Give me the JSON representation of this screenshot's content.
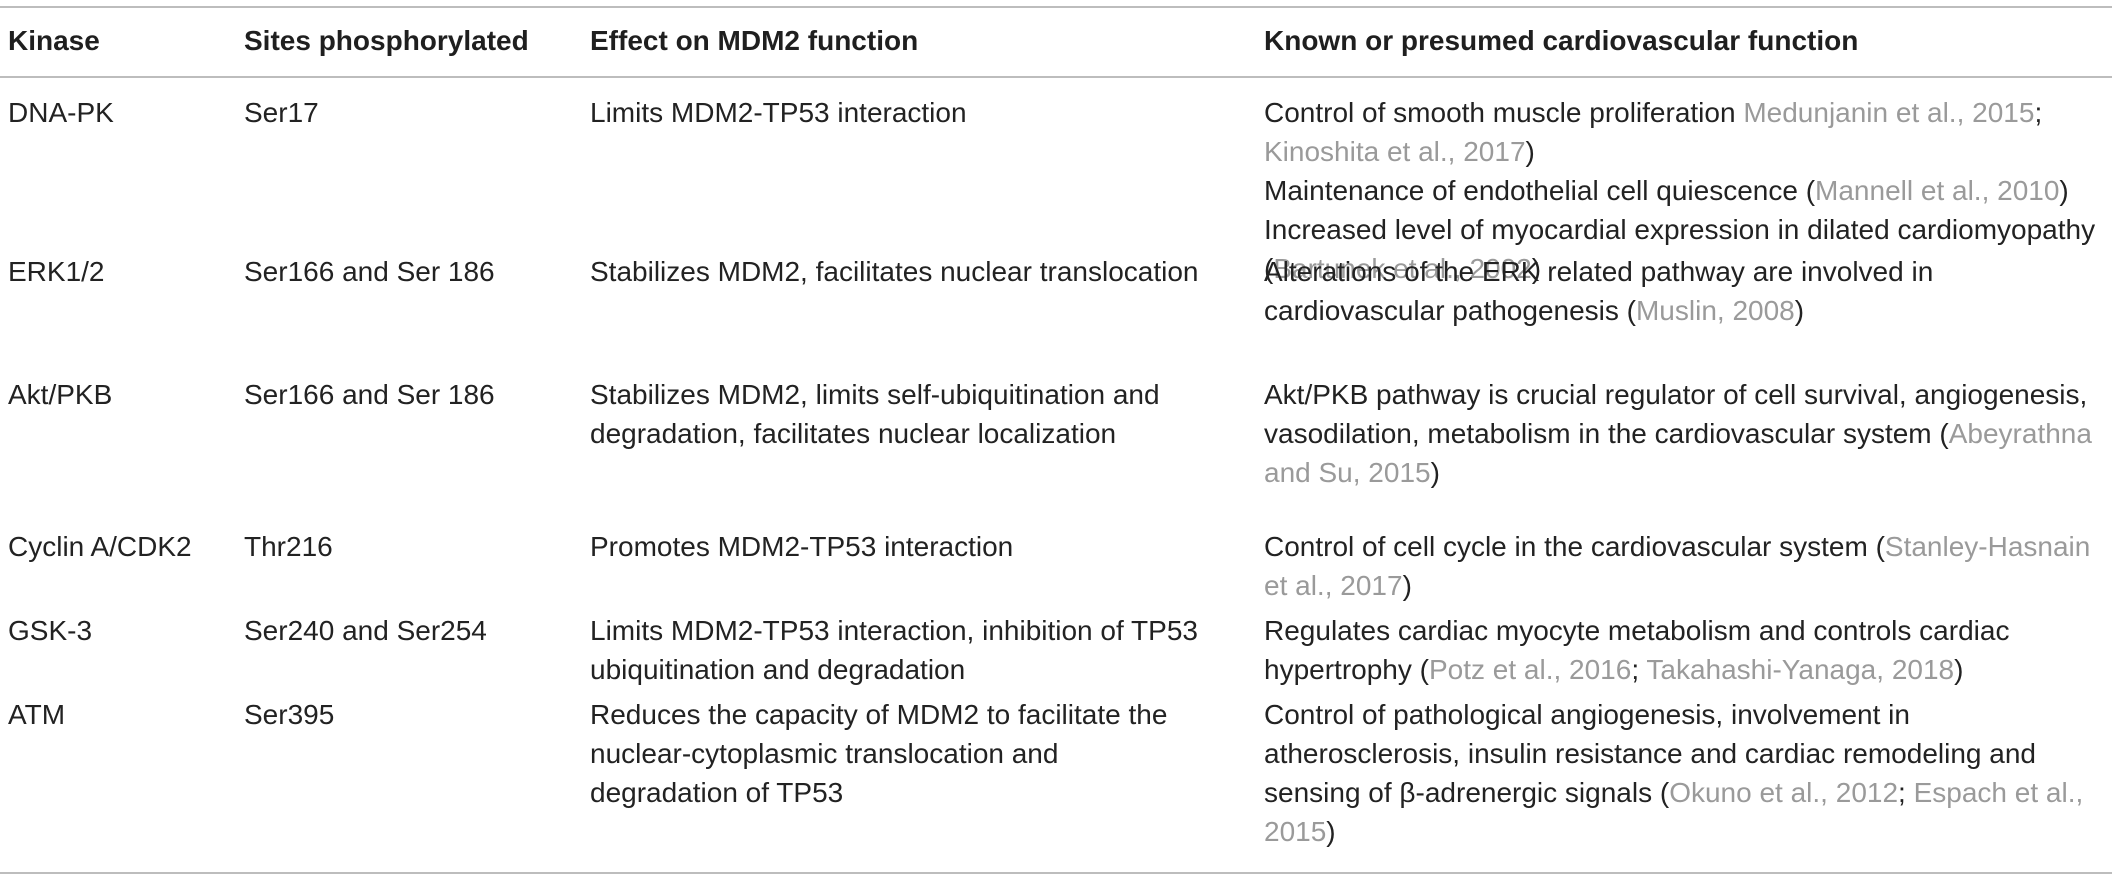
{
  "table": {
    "headers": {
      "kinase": "Kinase",
      "sites": "Sites phosphorylated",
      "effect": "Effect on MDM2 function",
      "cardio": "Known or presumed cardiovascular function"
    },
    "rows": [
      {
        "kinase": "DNA-PK",
        "sites": "Ser17",
        "effect": [
          "Limits MDM2-TP53 interaction"
        ],
        "cardio": [
          {
            "t": "Control of smooth muscle proliferation ",
            "r1": "Medunjanin et al., 2015",
            "s1": ";"
          },
          {
            "r1": "Kinoshita et al., 2017",
            "t2": ")"
          },
          {
            "t": "Maintenance of endothelial cell quiescence (",
            "r1": "Mannell et al., 2010",
            "t2": ")"
          },
          {
            "t": "Increased level of myocardial expression in dilated cardiomyopathy"
          },
          {
            "t": "(",
            "r1": "Bartunek et al., 2002",
            "t2": ")"
          }
        ]
      },
      {
        "kinase": "ERK1/2",
        "sites": "Ser166 and Ser 186",
        "effect": [
          "Stabilizes MDM2, facilitates nuclear translocation"
        ],
        "cardio": [
          {
            "t": "Alterations of the ERK related pathway are involved in"
          },
          {
            "t": "cardiovascular pathogenesis (",
            "r1": "Muslin, 2008",
            "t2": ")"
          }
        ]
      },
      {
        "kinase": "Akt/PKB",
        "sites": "Ser166 and Ser 186",
        "effect": [
          "Stabilizes MDM2, limits self-ubiquitination and",
          "degradation, facilitates nuclear localization"
        ],
        "cardio": [
          {
            "t": "Akt/PKB pathway is crucial regulator of cell survival, angiogenesis,"
          },
          {
            "t": "vasodilation, metabolism in the cardiovascular system (",
            "r1": "Abeyrathna"
          },
          {
            "r1": "and Su, 2015",
            "t2": ")"
          }
        ]
      },
      {
        "kinase": "Cyclin A/CDK2",
        "sites": "Thr216",
        "effect": [
          "Promotes MDM2-TP53 interaction"
        ],
        "cardio": [
          {
            "t": "Control of cell cycle in the cardiovascular system (",
            "r1": "Stanley-Hasnain"
          },
          {
            "r1": "et al., 2017",
            "t2": ")"
          }
        ]
      },
      {
        "kinase": "GSK-3",
        "sites": "Ser240 and Ser254",
        "effect": [
          "Limits MDM2-TP53 interaction, inhibition of TP53",
          "ubiquitination and degradation"
        ],
        "cardio": [
          {
            "t": "Regulates cardiac myocyte metabolism and controls cardiac"
          },
          {
            "t": "hypertrophy (",
            "r1": "Potz et al., 2016",
            "s1": "; ",
            "r2": "Takahashi-Yanaga, 2018",
            "t2": ")"
          }
        ]
      },
      {
        "kinase": "ATM",
        "sites": "Ser395",
        "effect": [
          "Reduces the capacity of MDM2 to facilitate the",
          "nuclear-cytoplasmic translocation and",
          "degradation of TP53"
        ],
        "cardio": [
          {
            "t": "Control of pathological angiogenesis, involvement in"
          },
          {
            "t": "atherosclerosis, insulin resistance and cardiac remodeling and"
          },
          {
            "t": "sensing of β-adrenergic signals (",
            "r1": "Okuno et al., 2012",
            "s1": "; ",
            "r2": "Espach et al.,"
          },
          {
            "r1": "2015",
            "t2": ")"
          }
        ]
      }
    ]
  }
}
